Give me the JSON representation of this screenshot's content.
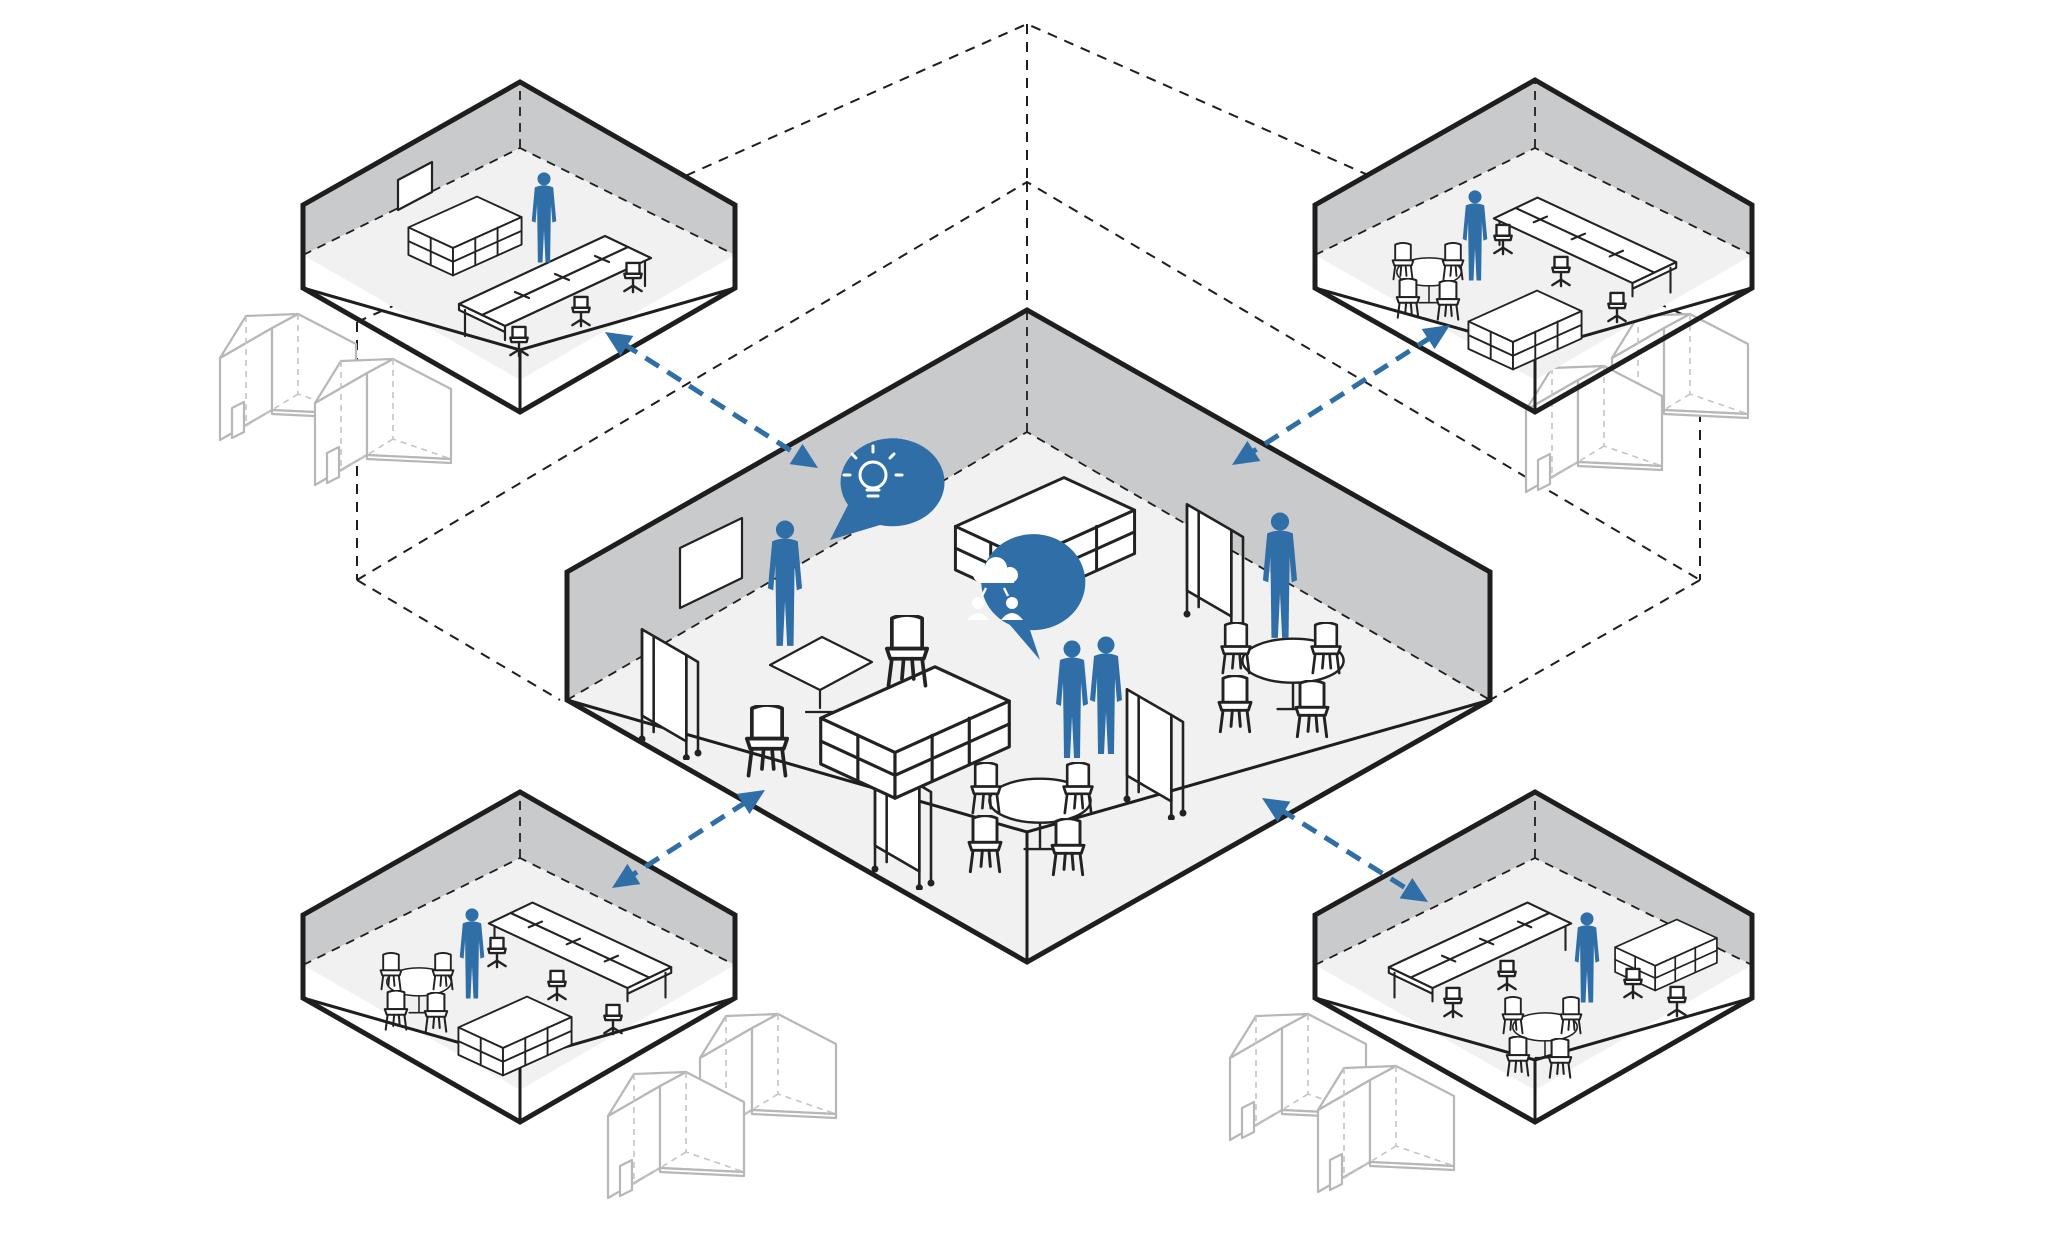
{
  "colors": {
    "accent_blue": "#2f6ea6",
    "outline": "#1e1e1e",
    "wall_gray": "#c9cacc",
    "floor_gray": "#f1f1f2",
    "house_gray": "#b6b7b9"
  },
  "hub": {
    "icons": [
      "lightbulb-icon",
      "collaboration-icon"
    ]
  },
  "satellites": [
    "top-left",
    "top-right",
    "bottom-left",
    "bottom-right"
  ]
}
